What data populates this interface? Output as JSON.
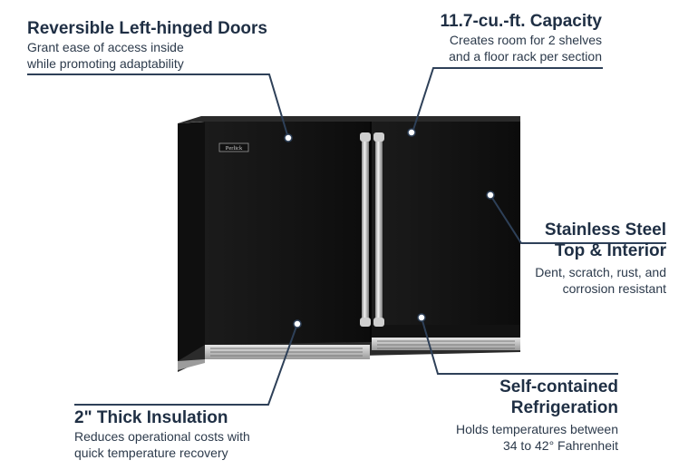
{
  "brand": "Perlick",
  "callouts": {
    "doors": {
      "title": "Reversible Left-hinged Doors",
      "desc_line1": "Grant ease of access inside",
      "desc_line2": "while promoting adaptability"
    },
    "capacity": {
      "title": "11.7-cu.-ft. Capacity",
      "desc_line1": "Creates room for 2 shelves",
      "desc_line2": "and a floor rack per section"
    },
    "steel": {
      "title_line1": "Stainless Steel",
      "title_line2": "Top & Interior",
      "desc_line1": "Dent, scratch, rust, and",
      "desc_line2": "corrosion resistant"
    },
    "insulation": {
      "title": "2\" Thick Insulation",
      "desc_line1": "Reduces operational costs with",
      "desc_line2": "quick temperature recovery"
    },
    "refrigeration": {
      "title_line1": "Self-contained",
      "title_line2": "Refrigeration",
      "desc_line1": "Holds temperatures between",
      "desc_line2": "34 to 42° Fahrenheit"
    }
  },
  "colors": {
    "line": "#2e4058",
    "cabinet": "#1c1c1c",
    "door": "#151515",
    "steel": "#c8c8c8"
  }
}
